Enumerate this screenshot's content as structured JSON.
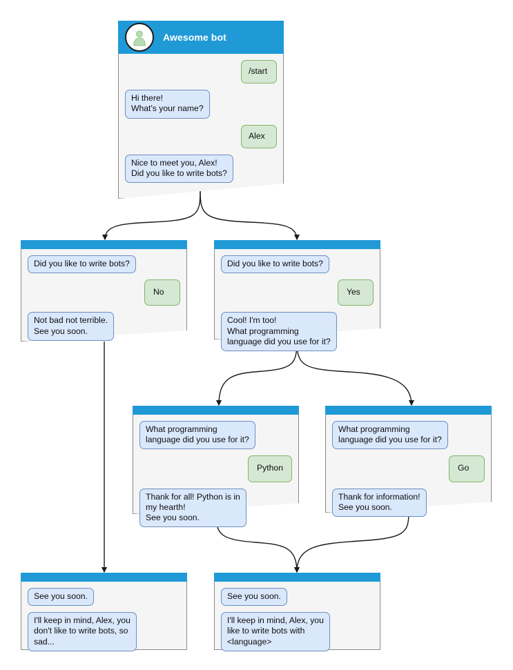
{
  "diagram": {
    "type": "bot-dialog-flowchart",
    "title": "Awesome bot conversation flow",
    "colors": {
      "titlebar": "#1f9ad7",
      "node_background": "#f5f5f5",
      "node_border": "#8a8a8a",
      "bot_bubble_fill": "#dae8fc",
      "bot_bubble_border": "#6c8ebf",
      "user_bubble_fill": "#d5e8d4",
      "user_bubble_border": "#82b366",
      "avatar_fill": "#ffffff",
      "avatar_glyph": "#b5d9b0",
      "edge": "#1a1a1a"
    }
  },
  "nodes": {
    "root": {
      "name": "root-start-node",
      "header": {
        "bot_name": "Awesome bot",
        "avatar_icon": "person-avatar-icon"
      },
      "messages": [
        {
          "side": "user",
          "text": "/start"
        },
        {
          "side": "bot",
          "text": "Hi there!\nWhat's your name?"
        },
        {
          "side": "user",
          "text": "Alex"
        },
        {
          "side": "bot",
          "text": "Nice to meet you, Alex!\nDid you like to write bots?"
        }
      ]
    },
    "no_branch": {
      "name": "branch-no-node",
      "messages": [
        {
          "side": "bot",
          "text": "Did you like to write bots?"
        },
        {
          "side": "user",
          "text": "No"
        },
        {
          "side": "bot",
          "text": "Not bad not terrible.\nSee you soon."
        }
      ]
    },
    "yes_branch": {
      "name": "branch-yes-node",
      "messages": [
        {
          "side": "bot",
          "text": "Did you like to write bots?"
        },
        {
          "side": "user",
          "text": "Yes"
        },
        {
          "side": "bot",
          "text": "Cool! I'm too!\nWhat programming\nlanguage did you use for it?"
        }
      ]
    },
    "python_branch": {
      "name": "branch-python-node",
      "messages": [
        {
          "side": "bot",
          "text": "What programming\nlanguage did you use for it?"
        },
        {
          "side": "user",
          "text": "Python"
        },
        {
          "side": "bot",
          "text": "Thank for all! Python is in\nmy hearth!\nSee you soon."
        }
      ]
    },
    "go_branch": {
      "name": "branch-go-node",
      "messages": [
        {
          "side": "bot",
          "text": "What programming\nlanguage did you use for it?"
        },
        {
          "side": "user",
          "text": "Go"
        },
        {
          "side": "bot",
          "text": "Thank for information!\nSee you soon."
        }
      ]
    },
    "end_sad": {
      "name": "end-node-sad",
      "messages": [
        {
          "side": "bot",
          "text": "See you soon."
        },
        {
          "side": "bot",
          "text": "I'll keep in mind, Alex, you\ndon't like to write bots, so\nsad..."
        }
      ]
    },
    "end_happy": {
      "name": "end-node-happy",
      "messages": [
        {
          "side": "bot",
          "text": "See you soon."
        },
        {
          "side": "bot",
          "text": "I'll keep in mind, Alex, you\nlike to write bots with\n<language>"
        }
      ]
    }
  },
  "edges": [
    {
      "from": "root",
      "to": "no_branch"
    },
    {
      "from": "root",
      "to": "yes_branch"
    },
    {
      "from": "yes_branch",
      "to": "python_branch"
    },
    {
      "from": "yes_branch",
      "to": "go_branch"
    },
    {
      "from": "no_branch",
      "to": "end_sad"
    },
    {
      "from": "python_branch",
      "to": "end_happy"
    },
    {
      "from": "go_branch",
      "to": "end_happy"
    }
  ]
}
